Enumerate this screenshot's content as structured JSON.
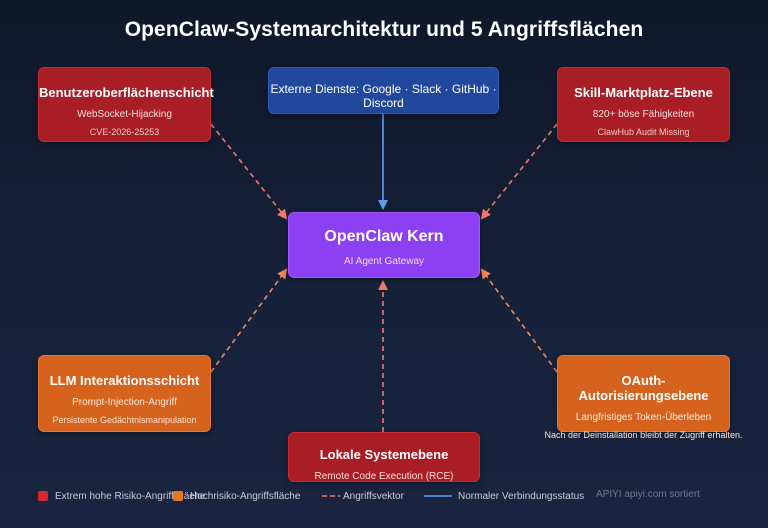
{
  "title": "OpenClaw-Systemarchitektur und 5 Angriffsflächen",
  "nodes": {
    "external": {
      "label": "Externe Dienste: Google · Slack · GitHub · Discord"
    },
    "ui": {
      "title": "Benutzeroberflächenschicht",
      "line1": "WebSocket-Hijacking",
      "line2": "CVE-2026-25253"
    },
    "skill": {
      "title": "Skill-Marktplatz-Ebene",
      "line1": "820+ böse Fähigkeiten",
      "line2": "ClawHub Audit Missing"
    },
    "core": {
      "title": "OpenClaw Kern",
      "line1": "AI Agent Gateway"
    },
    "llm": {
      "title": "LLM Interaktionsschicht",
      "line1": "Prompt-Injection-Angriff",
      "line2": "Persistente Gedächtnismanipulation"
    },
    "oauth": {
      "title": "OAuth-Autorisierungsebene",
      "line1": "Langfristiges Token-Überleben",
      "line2": "Nach der Deinstallation bleibt der Zugriff erhalten."
    },
    "local": {
      "title": "Lokale Systemebene",
      "line1": "Remote Code Execution (RCE)"
    }
  },
  "legend": {
    "extreme": "Extrem hohe Risiko-Angriffsfläche",
    "high": "Hochrisiko-Angriffsfläche",
    "attack": "Angriffsvektor",
    "normal": "Normaler Verbindungsstatus"
  },
  "watermark": "APIYI apiyi.com sortiert",
  "colors": {
    "extreme_risk": "#a81e24",
    "high_risk": "#d5631d",
    "core": "#8d3ff2",
    "external": "#21489c",
    "attack_vector": "#f07a6a",
    "normal_connection": "#5b9ef0"
  }
}
